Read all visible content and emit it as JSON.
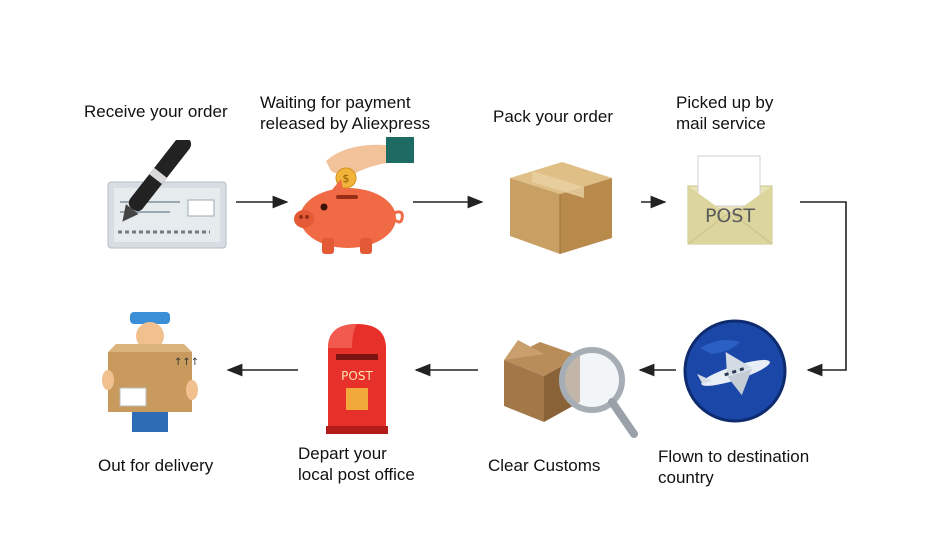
{
  "steps": [
    {
      "lines": [
        "Receive your order"
      ],
      "icon": "pen-cheque-icon"
    },
    {
      "lines": [
        "Waiting for payment",
        "released by Aliexpress"
      ],
      "icon": "piggy-bank-icon"
    },
    {
      "lines": [
        "Pack your order"
      ],
      "icon": "cardboard-box-icon"
    },
    {
      "lines": [
        "Picked up by",
        "mail service"
      ],
      "icon": "post-envelope-icon",
      "icon_text": "POST"
    },
    {
      "lines": [
        "Flown to destination",
        "country"
      ],
      "icon": "airplane-globe-icon"
    },
    {
      "lines": [
        "Clear Customs"
      ],
      "icon": "box-magnifier-icon"
    },
    {
      "lines": [
        "Depart your",
        "local post office"
      ],
      "icon": "red-mailbox-icon",
      "icon_text": "POST"
    },
    {
      "lines": [
        "Out for delivery"
      ],
      "icon": "delivery-man-icon"
    }
  ],
  "colors": {
    "piggy": "#f06a45",
    "box": "#c9a063",
    "mailbox": "#e8302b",
    "globe": "#1a47a8",
    "arrow": "#222222"
  }
}
